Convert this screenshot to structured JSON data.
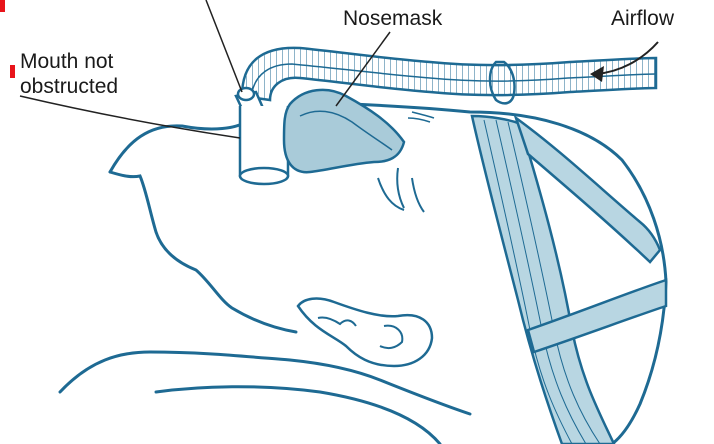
{
  "labels": {
    "nosemask": "Nosemask",
    "airflow": "Airflow",
    "mouth_line1": "Mouth not",
    "mouth_line2": "obstructed"
  },
  "colors": {
    "outline": "#1e6a93",
    "mask_fill": "#a9cbd9",
    "strap_fill": "#b8d6e2",
    "leader": "#222222",
    "marker": "#e8141a"
  }
}
